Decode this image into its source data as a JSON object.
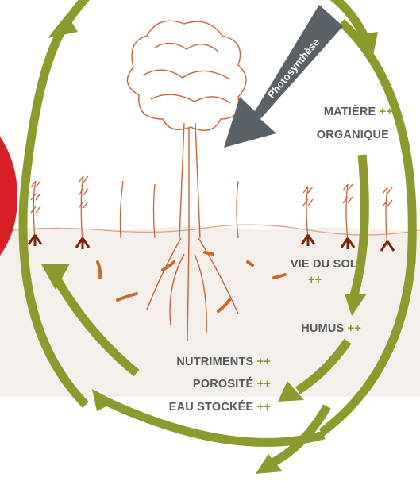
{
  "colors": {
    "cycle_arrow": "#8c9a2e",
    "photosynthesis_arrow": "#5a6268",
    "sketch": "#c4633c",
    "red_shape": "#d81f26",
    "label_text": "#555a5e",
    "plus_text": "#8a9a2a",
    "ground": "#efe9e3"
  },
  "photosynthesis": {
    "label": "Photosynthèse"
  },
  "labels": {
    "matiere": "MATIÈRE",
    "organique": "ORGANIQUE",
    "vie_du_sol": "VIE DU SOL",
    "humus": "HUMUS",
    "nutriments": "NUTRIMENTS",
    "porosite": "POROSITÉ",
    "eau_stockee": "EAU STOCKÉE",
    "plus": "++"
  }
}
